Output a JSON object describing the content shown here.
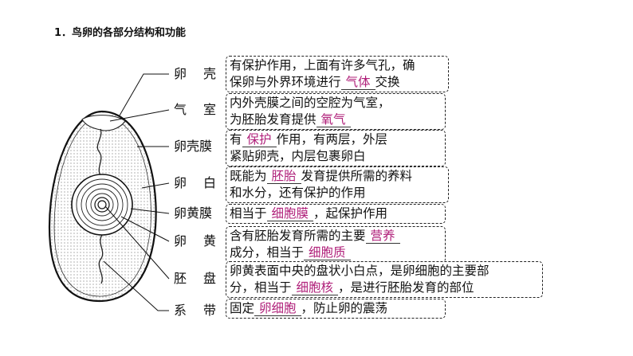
{
  "title": "1．鸟卵的各部分结构和功能",
  "colors": {
    "answer": "#b0207a",
    "border": "#222222",
    "text": "#111111"
  },
  "parts": [
    {
      "name": "卵壳",
      "chars": [
        "卵",
        "壳"
      ],
      "lines": [
        [
          {
            "t": "有保护作用，上面有许多气孔，确"
          }
        ],
        [
          {
            "t": "保卵与外界环境进行"
          },
          {
            "a": "气体"
          },
          {
            "t": "交换"
          }
        ]
      ]
    },
    {
      "name": "气室",
      "chars": [
        "气",
        "室"
      ],
      "lines": [
        [
          {
            "t": "内外壳膜之间的空腔为气室，"
          }
        ],
        [
          {
            "t": "为胚胎发育提供"
          },
          {
            "a": "氧气"
          }
        ]
      ]
    },
    {
      "name": "卵壳膜",
      "chars": [
        "卵壳膜"
      ],
      "lines": [
        [
          {
            "t": "有"
          },
          {
            "a": "保护"
          },
          {
            "t": "作用，有两层，外层"
          }
        ],
        [
          {
            "t": "紧贴卵壳，内层包裹卵白"
          }
        ]
      ]
    },
    {
      "name": "卵白",
      "chars": [
        "卵",
        "白"
      ],
      "lines": [
        [
          {
            "t": "既能为"
          },
          {
            "a": "胚胎"
          },
          {
            "t": "发育提供所需的养料"
          }
        ],
        [
          {
            "t": "和水分，还有保护的作用"
          }
        ]
      ]
    },
    {
      "name": "卵黄膜",
      "chars": [
        "卵黄膜"
      ],
      "lines": [
        [
          {
            "t": "相当于"
          },
          {
            "a": "细胞膜"
          },
          {
            "t": "，起保护作用"
          }
        ]
      ]
    },
    {
      "name": "卵黄",
      "chars": [
        "卵",
        "黄"
      ],
      "lines": [
        [
          {
            "t": "含有胚胎发育所需的主要"
          },
          {
            "a": "营养"
          }
        ],
        [
          {
            "t": "成分，相当于"
          },
          {
            "a": "细胞质"
          }
        ]
      ]
    },
    {
      "name": "胚盘",
      "chars": [
        "胚",
        "盘"
      ],
      "lines": [
        [
          {
            "t": "卵黄表面中央的盘状小白点，是卵细胞的主要部"
          }
        ],
        [
          {
            "t": "分，相当于"
          },
          {
            "a": "细胞核"
          },
          {
            "t": "，是进行胚胎发育的部位"
          }
        ]
      ]
    },
    {
      "name": "系带",
      "chars": [
        "系",
        "带"
      ],
      "lines": [
        [
          {
            "t": "固定"
          },
          {
            "a": "卵细胞"
          },
          {
            "t": "，防止卵的震荡"
          }
        ]
      ]
    }
  ]
}
